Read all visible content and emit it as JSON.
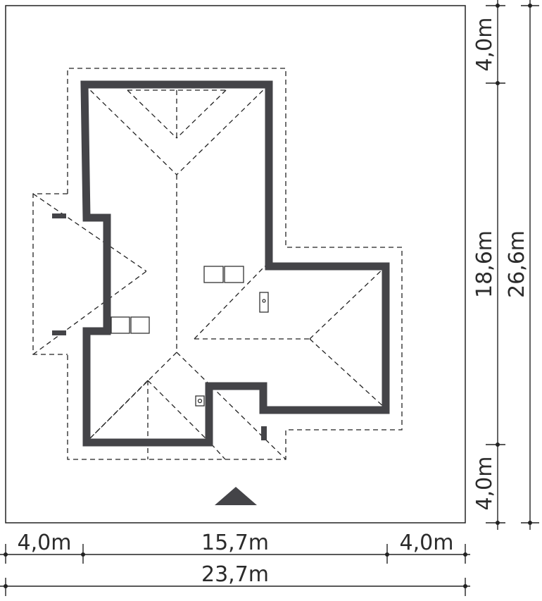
{
  "dimensions": {
    "top_setback": "4,0m",
    "house_depth": "18,6m",
    "total_depth": "26,6m",
    "bottom_setback": "4,0m",
    "left_setback": "4,0m",
    "house_width": "15,7m",
    "right_setback": "4,0m",
    "total_width": "23,7m"
  },
  "colors": {
    "wall": "#444448",
    "line": "#222222",
    "background": "#ffffff"
  },
  "icons": {
    "entrance": "entrance-arrow-icon"
  }
}
